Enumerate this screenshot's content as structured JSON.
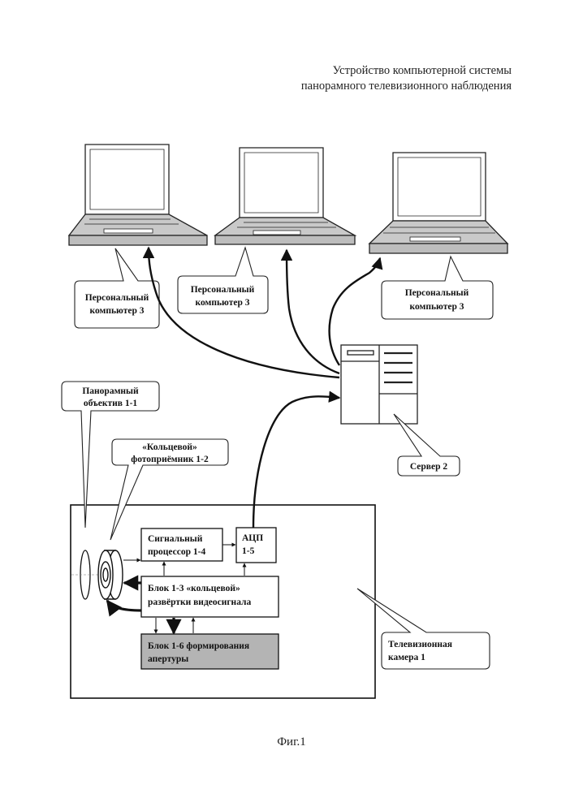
{
  "title": {
    "line1": "Устройство компьютерной системы",
    "line2": "панорамного телевизионного наблюдения"
  },
  "callouts": {
    "pc_left": [
      "Персональный",
      "компьютер 3"
    ],
    "pc_middle": [
      "Персональный",
      "компьютер 3"
    ],
    "pc_right": [
      "Персональный",
      "компьютер 3"
    ],
    "server": [
      "Сервер 2"
    ],
    "lens": [
      "Панорамный",
      "объектив 1-1"
    ],
    "receiver": [
      "«Кольцевой»",
      "фотоприёмник 1-2"
    ],
    "camera": [
      "Телевизионная",
      "камера 1"
    ]
  },
  "blocks": {
    "signal_processor": [
      "Сигнальный",
      "процессор 1-4"
    ],
    "adc": [
      "АЦП",
      "1-5"
    ],
    "scan_block": [
      "Блок 1-3 «кольцевой»",
      "развёртки видеосигнала"
    ],
    "aperture_block": [
      "Блок 1-6 формирования",
      "апертуры"
    ]
  },
  "figure_caption": "Фиг.1",
  "colors": {
    "line": "#111111",
    "laptop_fill": "#c9c9c9",
    "aperture_fill": "#b4b4b4"
  }
}
